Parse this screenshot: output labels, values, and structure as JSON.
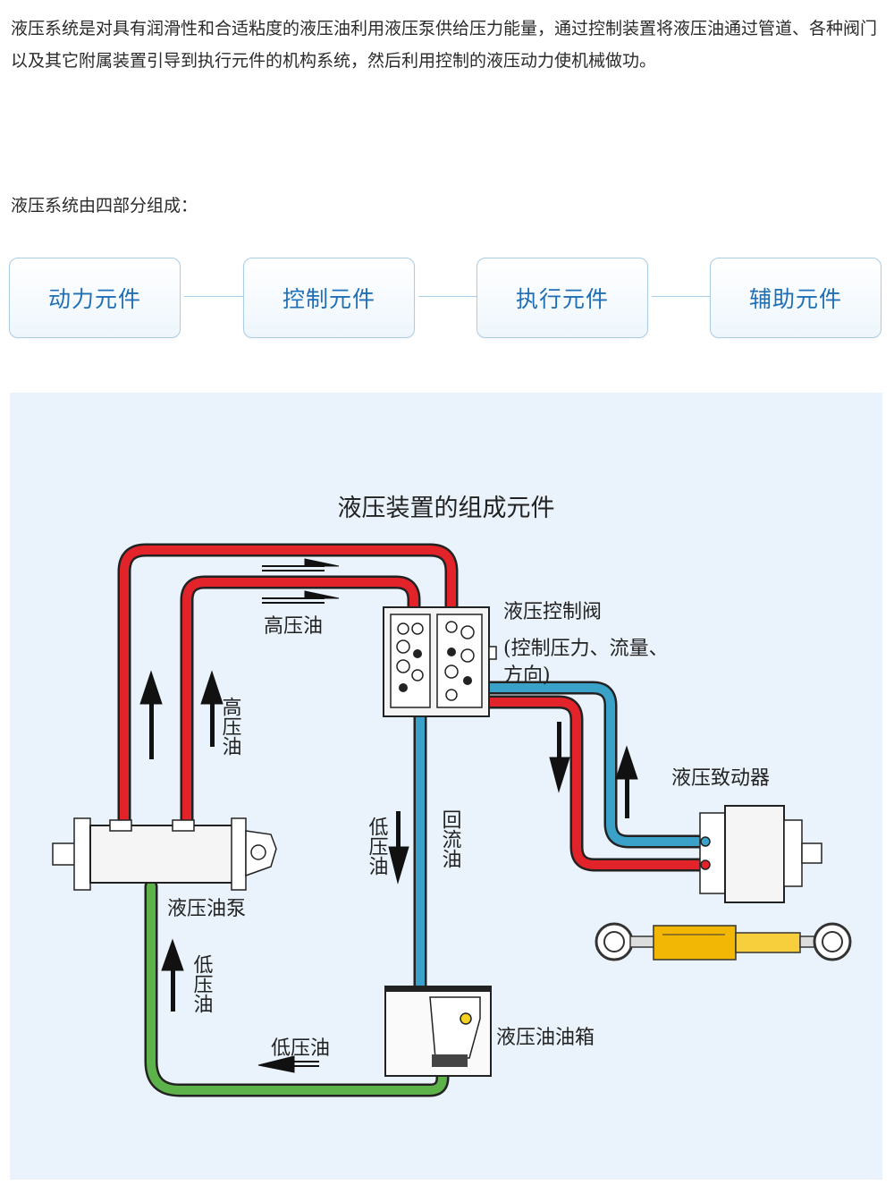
{
  "intro_text": "液压系统是对具有润滑性和合适粘度的液压油利用液压泵供给压力能量，通过控制装置将液压油通过管道、各种阀门以及其它附属装置引导到执行元件的机构系统，然后利用控制的液压动力使机械做功。",
  "composition_label": "液压系统由四部分组成：",
  "parts": [
    "动力元件",
    "控制元件",
    "执行元件",
    "辅助元件"
  ],
  "diagram": {
    "title": "液压装置的组成元件",
    "labels": {
      "control_valve": "液压控制阀",
      "control_valve_desc_1": "(控制压力、流量、",
      "control_valve_desc_2": "方向)",
      "high_pressure_oil": "高压油",
      "high_pressure_oil_vertical": "高压油",
      "pump": "液压油泵",
      "low_pressure_oil_left": "低压油",
      "low_pressure_oil_bottom": "低压油",
      "low_pressure_oil_middle": "低压油",
      "return_flow": "回流油",
      "actuator": "液压致动器",
      "tank": "液压油油箱"
    },
    "colors": {
      "high_pressure_line": "#e2232a",
      "return_line": "#3aa2c8",
      "low_pressure_line": "#5db24a",
      "actuator_cylinder": "#f2b705"
    }
  }
}
